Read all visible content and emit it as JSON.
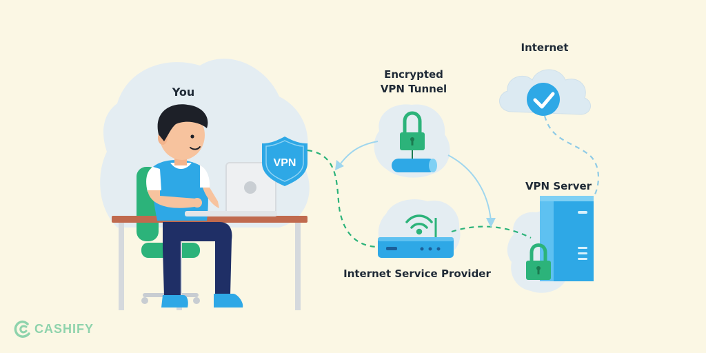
{
  "labels": {
    "you": "You",
    "tunnel_line1": "Encrypted",
    "tunnel_line2": "VPN Tunnel",
    "internet": "Internet",
    "vpn_server": "VPN Server",
    "isp": "Internet Service Provider",
    "vpn_badge": "VPN"
  },
  "brand": {
    "name": "CASHIFY"
  },
  "colors": {
    "background": "#fbf7e4",
    "blob": "#e4edf2",
    "accent_blue": "#2ea8e6",
    "accent_green": "#2cb37a",
    "dark_text": "#1f2a36"
  },
  "icons": [
    "vpn-shield-icon",
    "padlock-icon",
    "cloud-icon",
    "checkmark-icon",
    "wifi-icon",
    "router-icon",
    "server-icon",
    "laptop-icon"
  ]
}
